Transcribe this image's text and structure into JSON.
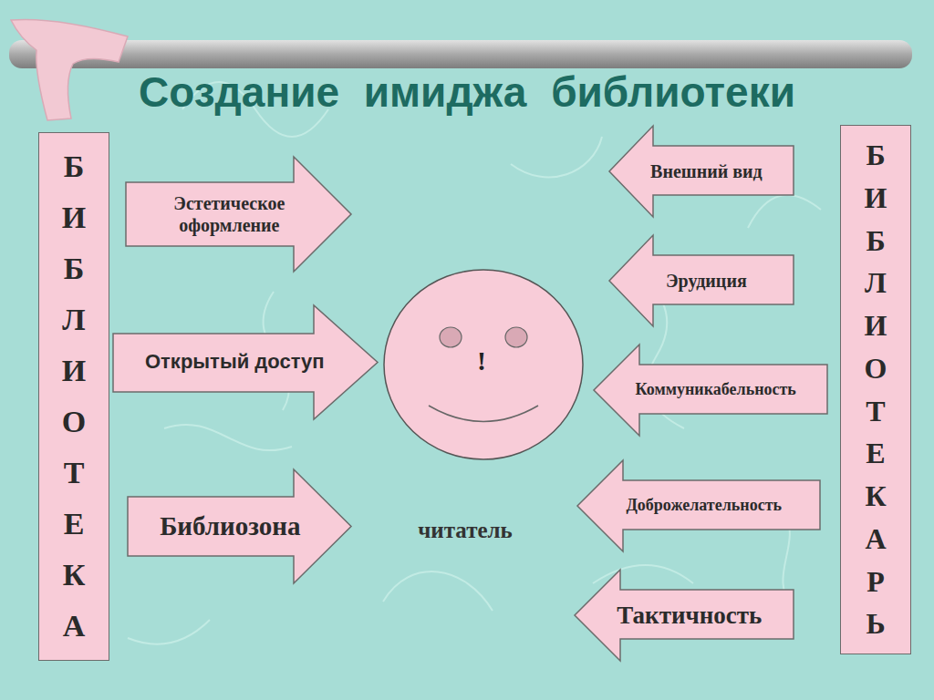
{
  "diagram": {
    "title": "Создание имиджа библиотеки",
    "nodes": [
      {
        "text": [
          "БИБЛИОТЕКА"
        ]
      },
      {
        "text": [
          "Эстетическое оформление"
        ]
      },
      {
        "text": [
          "Открытый доступ"
        ]
      },
      {
        "text": [
          "Библиозона"
        ]
      },
      {
        "text": [
          "!",
          "читатель"
        ]
      },
      {
        "text": [
          "БИБЛИОТЕКАРЬ"
        ]
      },
      {
        "text": [
          "Внешний вид"
        ]
      },
      {
        "text": [
          "Эрудиция"
        ]
      },
      {
        "text": [
          "Коммуникабельность"
        ]
      },
      {
        "text": [
          "Доброжелательность"
        ]
      },
      {
        "text": [
          "Тактичность"
        ]
      }
    ]
  }
}
